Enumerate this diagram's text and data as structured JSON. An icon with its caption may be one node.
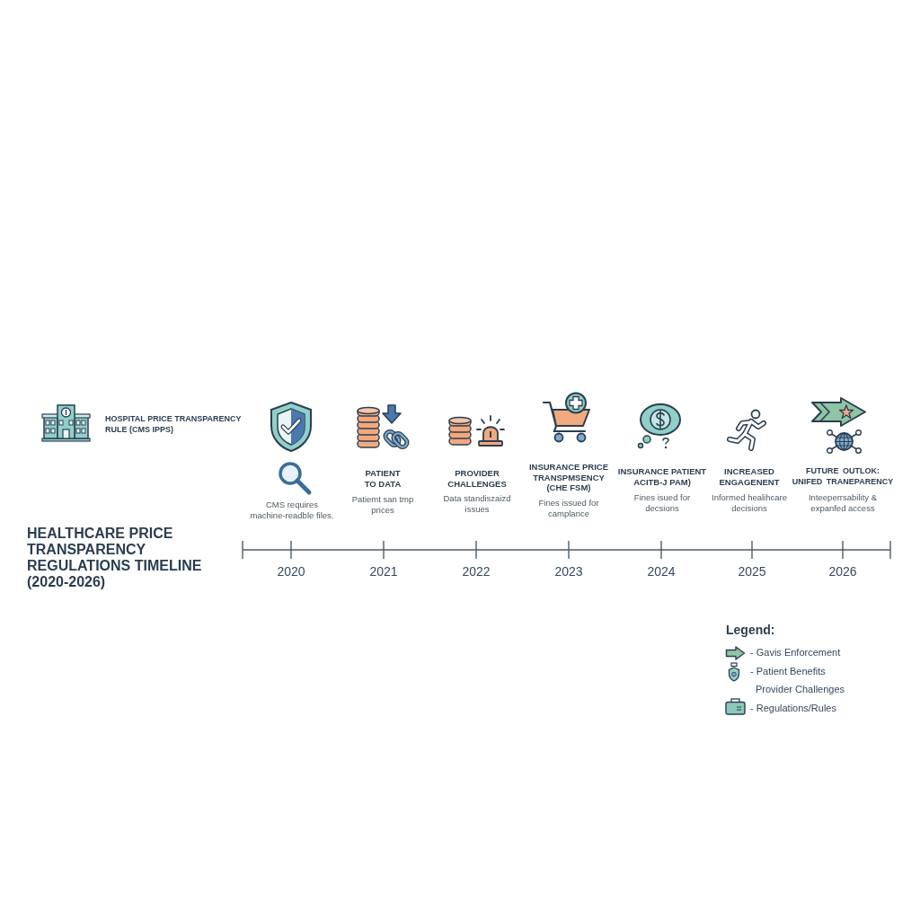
{
  "diagram": {
    "title": "HEALTHCARE PRICE TRANSPARENCY REGULATIONS TIMELINE (2020-2026)",
    "labels": [
      "HOSPITAL PRICE TRANSPARENCY RULE (CMS IPPS)",
      "CMS requires machine-readble files.",
      "PATIENT TO DATA",
      "Patiemt san tmp prices",
      "PROVIDER CHALLENGES",
      "Data standiszaizd issues",
      "INSURANCE PRICE TRANSPMSENCY (CHE FSM)",
      "Fines issued for camplance",
      "INSURANCE PATIENT ACITB-J PAM)",
      "Fines isued for decsions",
      "INCREASED ENGAGENENT",
      "Informed healihcare decisions",
      "FUTURE OUTLOK: UNIFED TRANEPARENCY",
      "Inteeperrsability & expanfed access",
      "2020",
      "2021",
      "2022",
      "2023",
      "2024",
      "2025",
      "2026",
      "Legend:"
    ],
    "legend": [
      {
        "text": "- Gavis Enforcement"
      },
      {
        "text": "- Patient Benefits"
      },
      {
        "text": "Provider Challenges"
      },
      {
        "text": "- Regulations/Rules"
      }
    ]
  }
}
